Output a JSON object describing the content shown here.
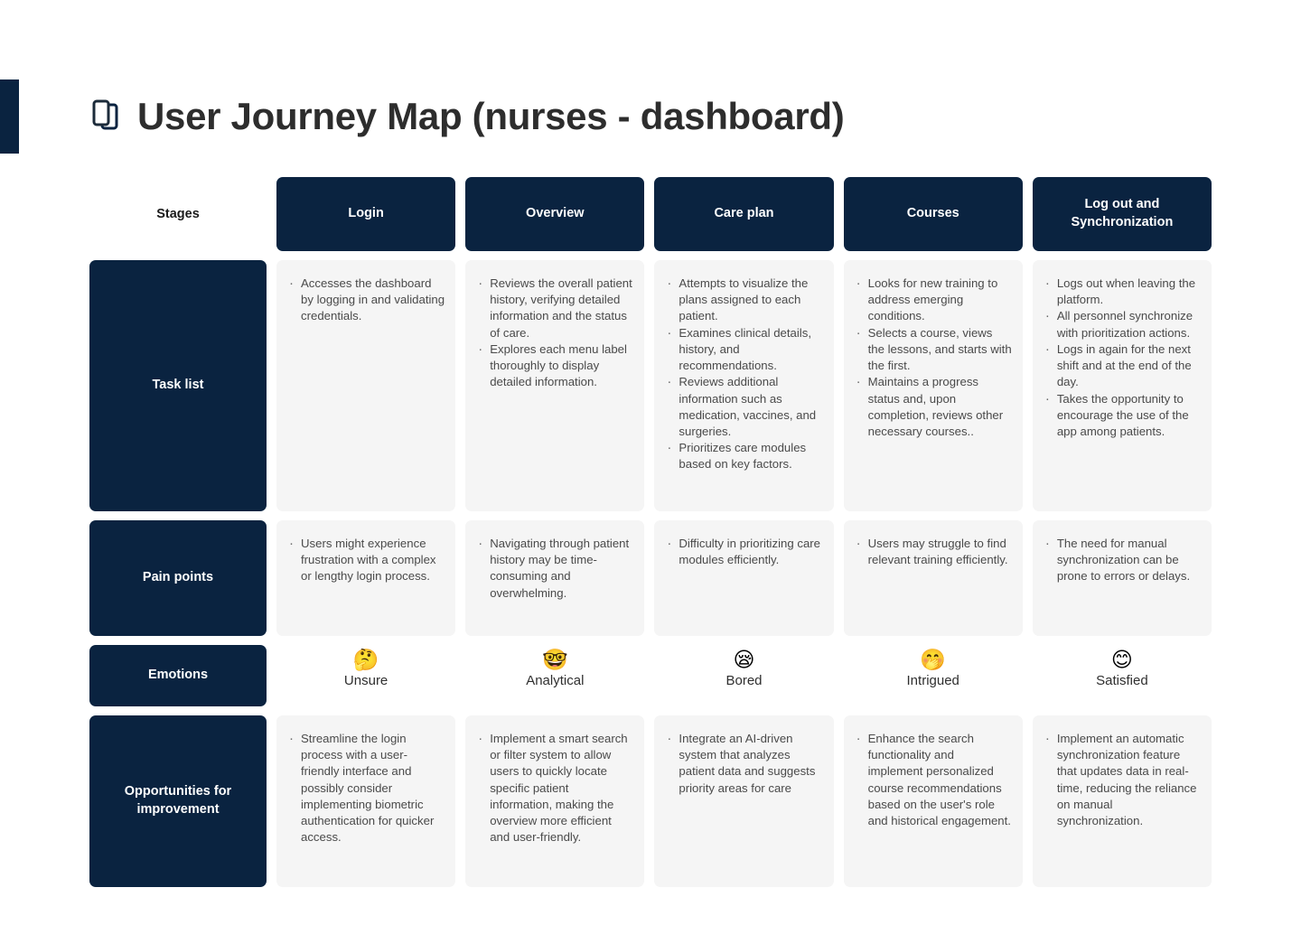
{
  "header": {
    "title": "User Journey Map (nurses - dashboard)",
    "icon": "copy-pages-icon",
    "accent_color": "#0a2340",
    "title_color": "#2d2d2d"
  },
  "grid": {
    "corner_label": "Stages",
    "stages": [
      "Login",
      "Overview",
      "Care plan",
      "Courses",
      "Log out and Synchronization"
    ],
    "rows": [
      {
        "label": "Task list",
        "cells": [
          [
            "Accesses the dashboard by logging in and validating credentials."
          ],
          [
            "Reviews the overall patient history, verifying detailed information and the status of care.",
            "Explores each menu label thoroughly to display detailed information."
          ],
          [
            "Attempts to visualize the plans assigned to each patient.",
            "Examines clinical details, history, and recommendations.",
            "Reviews additional information such as medication, vaccines, and surgeries.",
            "Prioritizes care modules based on key factors."
          ],
          [
            "Looks for new training to address emerging conditions.",
            "Selects a course, views the lessons, and starts with the first.",
            "Maintains a progress status and, upon completion, reviews other necessary courses.."
          ],
          [
            "Logs out when leaving the platform.",
            "All personnel synchronize with prioritization actions.",
            "Logs in again for the next shift and at the end of the day.",
            "Takes the opportunity to encourage the use of the app among patients."
          ]
        ]
      },
      {
        "label": "Pain points",
        "cells": [
          [
            "Users might experience frustration with a complex or lengthy login process."
          ],
          [
            "Navigating through patient history may be time-consuming and overwhelming."
          ],
          [
            "Difficulty in prioritizing care modules efficiently."
          ],
          [
            "Users may struggle to find relevant training efficiently."
          ],
          [
            "The need for manual synchronization can be prone to errors or delays."
          ]
        ]
      },
      {
        "label": "Opportunities for improvement",
        "cells": [
          [
            "Streamline the login process with a user-friendly interface and possibly consider implementing biometric authentication for quicker access."
          ],
          [
            "Implement a smart search or filter system to allow users to quickly locate specific patient information, making the overview more efficient and user-friendly."
          ],
          [
            "Integrate an AI-driven system that analyzes patient data and suggests priority areas for care"
          ],
          [
            "Enhance the search functionality and implement personalized course recommendations based on the user's role and historical engagement."
          ],
          [
            "Implement an automatic synchronization feature that updates data in real-time, reducing the reliance on manual synchronization."
          ]
        ]
      }
    ],
    "emotions_row": {
      "label": "Emotions",
      "items": [
        {
          "emoji": "🤔",
          "icon": "thinking-face-emoji",
          "label": "Unsure"
        },
        {
          "emoji": "🤓",
          "icon": "nerd-face-emoji",
          "label": "Analytical"
        },
        {
          "emoji": "😪",
          "icon": "sleepy-face-emoji",
          "label": "Bored"
        },
        {
          "emoji": "🤭",
          "icon": "hand-over-mouth-emoji",
          "label": "Intrigued"
        },
        {
          "emoji": "😊",
          "icon": "smiling-face-emoji",
          "label": "Satisfied"
        }
      ]
    }
  },
  "colors": {
    "navy": "#0a2340",
    "card_bg": "#f5f5f5",
    "body_text": "#4a4a4a",
    "page_bg": "#ffffff"
  }
}
